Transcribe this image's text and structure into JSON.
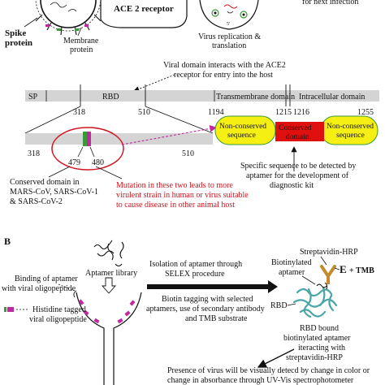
{
  "panel_a": {
    "virus": {
      "spike_label": "Spike",
      "spike_label2": "protein",
      "membrane_label": "Membrane",
      "membrane_label2": "protein"
    },
    "ace2_label": "ACE 2 receptor",
    "replication_label": "Virus replication &",
    "replication_label2": "translation",
    "next_infection": "for next infection",
    "viral_domain_line1": "Viral domain interacts with the ACE2",
    "viral_domain_line2": "receptor for entry into the host",
    "protein_bar": {
      "sp": "SP",
      "rbd": "RBD",
      "tm": "Transmembrane domain",
      "ic": "Intracellular domain",
      "pos_318": "318",
      "pos_510": "510",
      "pos_1194": "1194",
      "pos_1215": "1215",
      "pos_1216": "1216",
      "pos_1255": "1255"
    },
    "zoom": {
      "start": "318",
      "end": "510",
      "pos_479": "479",
      "pos_480": "480"
    },
    "callout": {
      "nc1_line1": "Non-conserved",
      "nc1_line2": "sequence",
      "cons_line1": "Conserved",
      "cons_line2": "domain",
      "nc2_line1": "Non-conserved",
      "nc2_line2": "sequence"
    },
    "conserved_text": [
      "Conserved domain in",
      "MARS-CoV, SARS-CoV-1",
      "& SARS-CoV-2"
    ],
    "mutation_text": [
      "Mutation in these two leads to more",
      "virulent strain in human or virus suitable",
      "to cause disease in other animal host"
    ],
    "specific_text": [
      "Specific sequence to be detected by",
      "aptamer for the development of",
      "diagnostic kit"
    ]
  },
  "panel_b": {
    "label": "B",
    "aptamer_library": "Aptamer library",
    "binding_text": [
      "Binding of aptamer",
      "with viral oligopeptide"
    ],
    "histidine_text": [
      "Histidine tagged",
      "viral oligopeptide"
    ],
    "isolation_text": [
      "Isolation of aptamer through",
      "SELEX procedure"
    ],
    "biotin_text": [
      "Biotin tagging with selected",
      "aptamers, use of secondary antibody",
      "and TMB substrate"
    ],
    "streptavidin": "Streptavidin-HRP",
    "e_tmb": "E",
    "tmb": "+ TMB",
    "biotinylated": [
      "Biotinylated",
      "aptamer"
    ],
    "rbd": "RBD",
    "rbd_bound": [
      "RBD bound",
      "biotinylated aptamer",
      "iteracting with",
      "streptavidin-HRP"
    ],
    "presence_text": [
      "Presence of  virus will be visually detecd by change in color or",
      "change in absorbance through UV-Vis spectrophotometer"
    ]
  },
  "colors": {
    "red": "#d2141e",
    "yellow": "#f5ef14",
    "conserved": "#e01010",
    "green": "#3a9a3a",
    "magenta": "#c02aa0",
    "bar_gray": "#d4d4d4",
    "teal": "#4aa6a6",
    "tan": "#c68a2e"
  }
}
